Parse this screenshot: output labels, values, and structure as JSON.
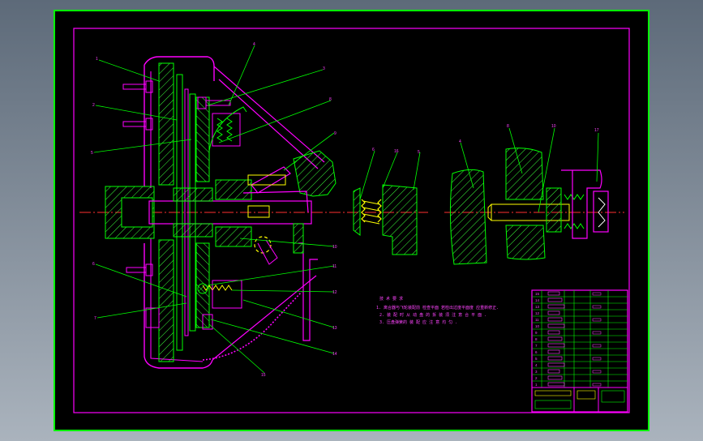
{
  "colors": {
    "background": "#000000",
    "frame": "#ff00ff",
    "outline_green": "#00ff00",
    "leader_green": "#00ff00",
    "hatch": "#3cff3c",
    "centerline": "#ff3030",
    "text_magenta": "#ff44ff",
    "yellow": "#ffff00",
    "white": "#ffffff",
    "cyan": "#00ffff"
  },
  "callouts": [
    "1",
    "2",
    "3",
    "4",
    "5",
    "6",
    "7",
    "8",
    "9",
    "10",
    "11",
    "12",
    "13",
    "14",
    "15",
    "16",
    "17"
  ],
  "tech_notes": {
    "heading": "技 术 要 求",
    "lines": [
      "1. 离合器与飞轮装配前 检查平面  若检出过度平面度 应重新修正.",
      "2. 装 配 时 从 动 盘 的 拆 装 须 注 意 合 平 面 .",
      "3. 压盘弹簧的 装 配 应 注 意 均 匀 ."
    ]
  },
  "title_block": {
    "rows": [
      "15",
      "14",
      "13",
      "12",
      "11",
      "10",
      "9",
      "8",
      "7",
      "6",
      "5",
      "4",
      "3",
      "2",
      "1"
    ]
  }
}
